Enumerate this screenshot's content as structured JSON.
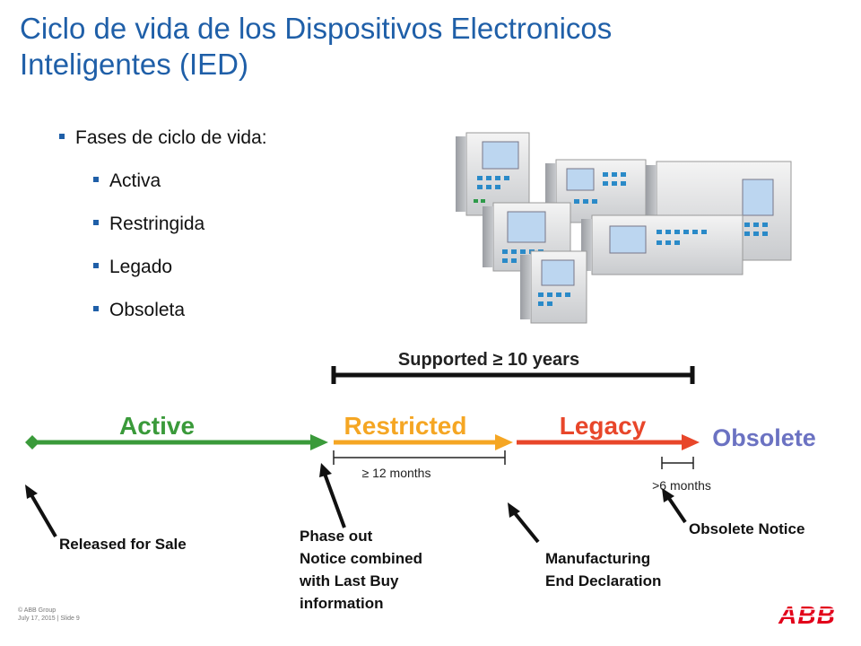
{
  "slide": {
    "title_line1": "Ciclo de vida de los Dispositivos Electronicos",
    "title_line2": "Inteligentes (IED)",
    "bullets": {
      "heading": "Fases de ciclo de vida:",
      "items": [
        "Activa",
        "Restringida",
        "Legado",
        "Obsoleta"
      ]
    }
  },
  "timeline": {
    "supported": "Supported ≥ 10 years",
    "phases": {
      "active": "Active",
      "restricted": "Restricted",
      "legacy": "Legacy",
      "obsolete": "Obsolete"
    },
    "durations": {
      "restricted": "≥ 12 months",
      "obsolete": ">6 months"
    },
    "events": {
      "released": "Released for Sale",
      "phase_out_1": "Phase out",
      "phase_out_2": "Notice combined",
      "phase_out_3": "with Last Buy",
      "phase_out_4": "information",
      "manufacturing_1": "Manufacturing",
      "manufacturing_2": "End Declaration",
      "obsolete_notice": "Obsolete Notice"
    },
    "colors": {
      "active": "#3a9a3a",
      "restricted": "#f5a623",
      "legacy": "#e8462a",
      "obsolete": "#6b72c2",
      "title": "#1f5fa8"
    }
  },
  "footer": {
    "copyright": "© ABB Group",
    "date_slide": "July 17, 2015 | Slide 9"
  },
  "logo": {
    "text": "ABB"
  }
}
